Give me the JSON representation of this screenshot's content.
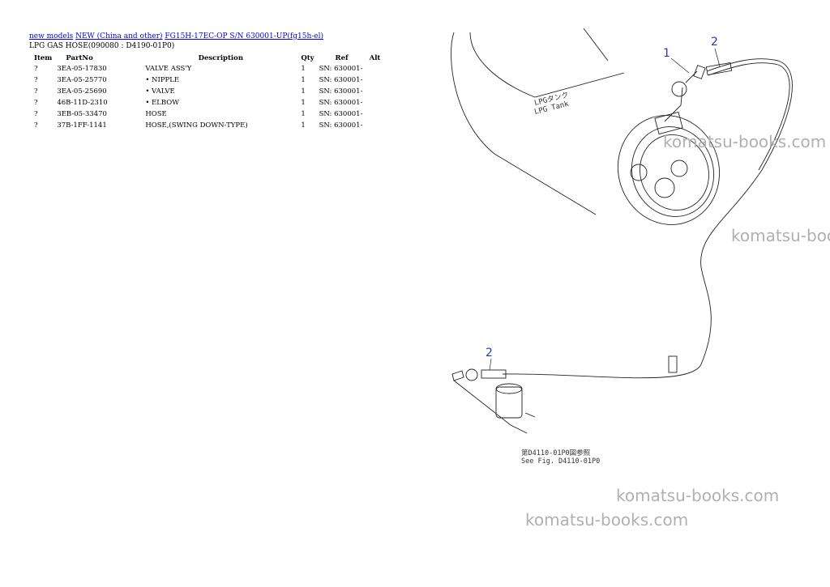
{
  "breadcrumb": {
    "link1": "new models",
    "link2": "NEW (China and other)",
    "link3": "FG15H-17EC-OP S/N 630001-UP(fg15h-el)"
  },
  "page_title": "LPG GAS HOSE(090080 : D4190-01P0)",
  "table": {
    "headers": [
      "Item",
      "PartNo",
      "Description",
      "Qty",
      "Ref",
      "Alt"
    ],
    "rows": [
      {
        "item": "?",
        "part": "3EA-05-17830",
        "desc": "VALVE ASS'Y",
        "qty": "1",
        "ref": "SN: 630001-",
        "alt": ""
      },
      {
        "item": "?",
        "part": "3EA-05-25770",
        "desc": "• NIPPLE",
        "qty": "1",
        "ref": "SN: 630001-",
        "alt": ""
      },
      {
        "item": "?",
        "part": "3EA-05-25690",
        "desc": "• VALVE",
        "qty": "1",
        "ref": "SN: 630001-",
        "alt": ""
      },
      {
        "item": "?",
        "part": "46B-11D-2310",
        "desc": "• ELBOW",
        "qty": "1",
        "ref": "SN: 630001-",
        "alt": ""
      },
      {
        "item": "?",
        "part": "3EB-05-33470",
        "desc": "HOSE",
        "qty": "1",
        "ref": "SN: 630001-",
        "alt": ""
      },
      {
        "item": "?",
        "part": "37B-1FF-1141",
        "desc": "HOSE,(SWING DOWN-TYPE)",
        "qty": "1",
        "ref": "SN: 630001-",
        "alt": ""
      }
    ]
  },
  "diagram": {
    "tank_label_jp": "LPGタンク",
    "tank_label_en": "LPG Tank",
    "callout_1": "1",
    "callout_2a": "2",
    "callout_2b": "2",
    "see_fig_jp": "第D4110-01P0図参照",
    "see_fig_en": "See Fig. D4110-01P0"
  },
  "watermark": {
    "text": "komatsu-books.com"
  },
  "colors": {
    "link": "#0000ee",
    "callout": "#1a3cc8",
    "watermark": "#b0b0b0"
  }
}
